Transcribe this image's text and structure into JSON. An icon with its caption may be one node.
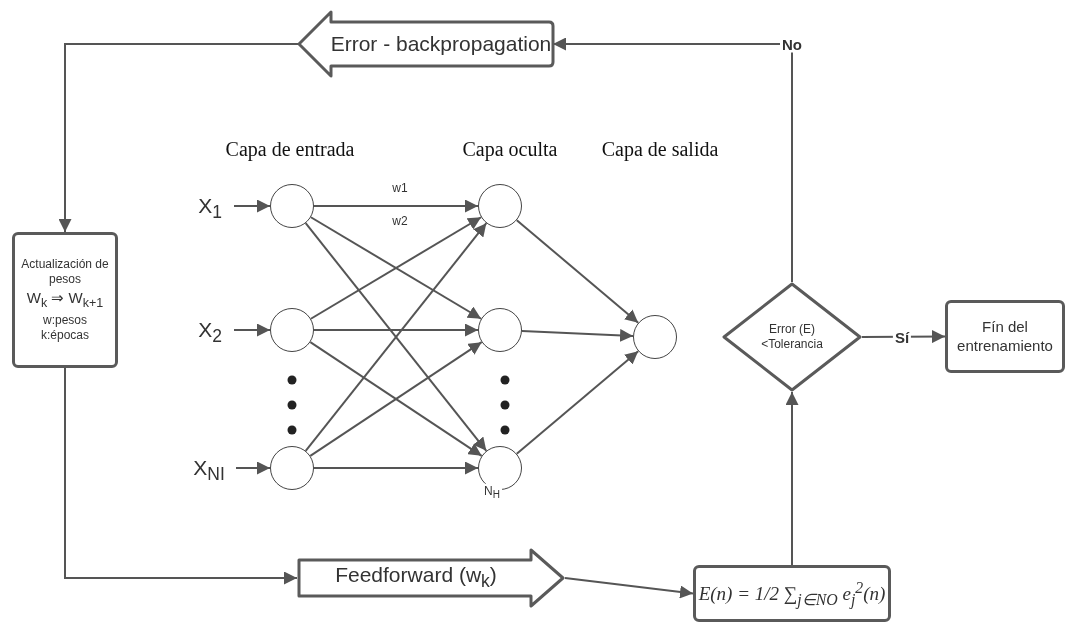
{
  "diagram": {
    "nodes": [
      {
        "text": [
          "Error - backpropagation"
        ]
      },
      {
        "text": [
          "Actualización de pesos",
          "W$_{k}$ ⇒ W$_{k+1}$",
          "w:pesos k:épocas"
        ]
      },
      {
        "text": [
          "Feedforward (w$_{k}$)"
        ]
      },
      {
        "text": [
          "E(n) = 1/2 ∑$_{j∈NO}$ e$_{j}$$^{2}$(n)"
        ]
      },
      {
        "text": [
          "Error (E)<Tolerancia"
        ]
      },
      {
        "text": [
          "Fín del entrenamiento"
        ]
      },
      {
        "text": [
          "X$_{1}$"
        ]
      },
      {
        "text": [
          "X$_{2}$"
        ]
      },
      {
        "text": [
          "X$_{NI}$"
        ]
      },
      {
        "text": [],
        "shape": "circle"
      },
      {
        "text": [],
        "shape": "circle"
      },
      {
        "text": [],
        "shape": "circle"
      },
      {
        "text": [],
        "shape": "circle"
      },
      {
        "text": [],
        "shape": "circle"
      },
      {
        "text": [],
        "shape": "circle",
        "beside": [
          "N$_{H}$"
        ]
      },
      {
        "text": [],
        "shape": "circle"
      }
    ],
    "edges": [
      {
        "from": 0,
        "to": 1,
        "arrow": "to"
      },
      {
        "from": 1,
        "to": 2,
        "arrow": "to"
      },
      {
        "from": 2,
        "to": 3,
        "arrow": "to"
      },
      {
        "from": 3,
        "to": 4,
        "arrow": "to"
      },
      {
        "from": 4,
        "to": 5,
        "arrow": "to",
        "label": "Sí"
      },
      {
        "from": 4,
        "to": 0,
        "arrow": "to",
        "label": "No"
      },
      {
        "from": 6,
        "to": 9,
        "arrow": "to"
      },
      {
        "from": 7,
        "to": 10,
        "arrow": "to"
      },
      {
        "from": 8,
        "to": 11,
        "arrow": "to"
      },
      {
        "from": 9,
        "to": 12,
        "arrow": "to",
        "label": "w1"
      },
      {
        "from": 9,
        "to": 13,
        "arrow": "to"
      },
      {
        "from": 9,
        "to": 14,
        "arrow": "to"
      },
      {
        "from": 10,
        "to": 12,
        "arrow": "to"
      },
      {
        "from": 10,
        "to": 13,
        "arrow": "to"
      },
      {
        "from": 10,
        "to": 14,
        "arrow": "to"
      },
      {
        "from": 11,
        "to": 12,
        "arrow": "to"
      },
      {
        "from": 11,
        "to": 13,
        "arrow": "to"
      },
      {
        "from": 11,
        "to": 14,
        "arrow": "to"
      },
      {
        "from": 12,
        "to": 15,
        "arrow": "to"
      },
      {
        "from": 13,
        "to": 15,
        "arrow": "to"
      },
      {
        "from": 14,
        "to": 15,
        "arrow": "to"
      }
    ],
    "labels": [
      "Capa de entrada",
      "Capa oculta",
      "Capa de salida",
      "w2"
    ]
  }
}
